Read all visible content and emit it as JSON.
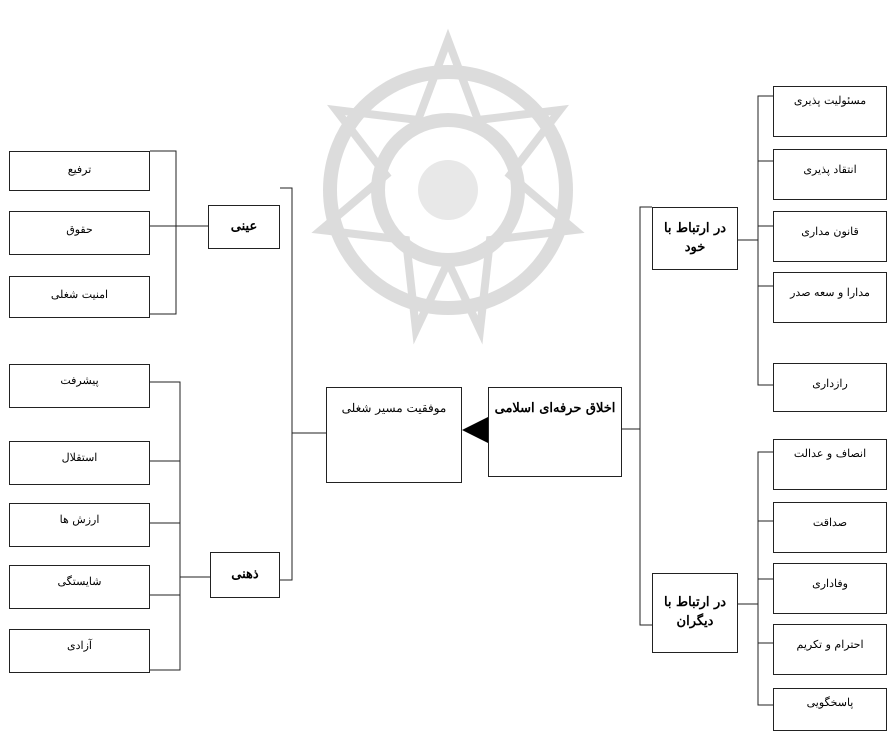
{
  "root": {
    "label": "اخلاق حرفه‌ای اسلامی"
  },
  "center": {
    "label": "موفقیت مسیر شغلی"
  },
  "outcomes": {
    "objective": {
      "label": "عینی",
      "items": [
        "ترفیع",
        "حقوق",
        "امنیت شغلی"
      ]
    },
    "subjective": {
      "label": "ذهنی",
      "items": [
        "پیشرفت",
        "استقلال",
        "ارزش ها",
        "شایستگی",
        "آزادی"
      ]
    }
  },
  "dimensions": {
    "self": {
      "label": "در ارتباط با خود",
      "items": [
        "مسئولیت پذیری",
        "انتقاد پذیری",
        "قانون مداری",
        "مدارا و سعه صدر",
        "رازداری"
      ]
    },
    "others": {
      "label": "در ارتباط با دیگران",
      "items": [
        "انصاف و عدالت",
        "صداقت",
        "وفاداری",
        "احترام و تکریم",
        "پاسخگویی"
      ]
    }
  },
  "colors": {
    "line": "#222222",
    "watermark": "#d9d9d9",
    "arrow": "#000000"
  }
}
